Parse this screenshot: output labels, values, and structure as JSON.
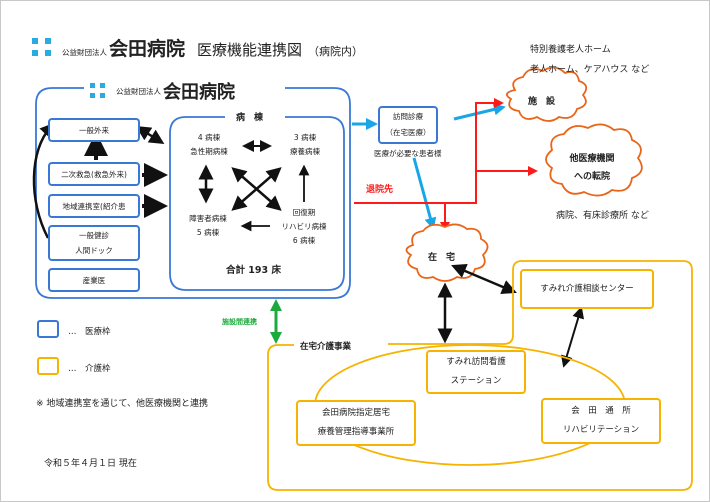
{
  "header": {
    "org_prefix": "公益財団法人",
    "hospital_name": "会田病院",
    "title": "医療機能連携図",
    "title_suffix": "（病院内）"
  },
  "hospital_block": {
    "org_prefix": "公益財団法人",
    "hospital_name": "会田病院",
    "left_units": [
      {
        "label": "一般外来"
      },
      {
        "label": "二次救急(救急外来)"
      },
      {
        "label": "地域連携室(紹介患"
      },
      {
        "lines": [
          "一般健診",
          "人間ドック"
        ]
      },
      {
        "label": "産業医"
      }
    ],
    "wards": {
      "title": "病　棟",
      "items": [
        {
          "lines": [
            "4 病棟",
            "急性期病棟"
          ]
        },
        {
          "lines": [
            "3 病棟",
            "療養病棟"
          ]
        },
        {
          "lines": [
            "障害者病棟",
            "5 病棟"
          ]
        },
        {
          "lines": [
            "回復期",
            "リハビリ病棟",
            "6 病棟"
          ]
        }
      ],
      "total": "合計 193 床"
    }
  },
  "home_visit": {
    "lines": [
      "訪問診療",
      "（在宅医療）"
    ],
    "caption": "医療が必要な患者様"
  },
  "destinations": {
    "facility": {
      "label": "施　設",
      "notes": [
        "特別養護老人ホーム",
        "老人ホーム、ケアハウス など"
      ]
    },
    "transfer": {
      "lines": [
        "他医療機関",
        "への転院"
      ],
      "note": "病院、有床診療所 など"
    },
    "home": {
      "label": "在　宅"
    },
    "discharge_label": "退院先"
  },
  "care_block": {
    "title": "在宅介護事業",
    "link_label": "施設間連携",
    "consult_center": "すみれ介護相談センター",
    "nursing_station": [
      "すみれ訪問看護",
      "ステーション"
    ],
    "care_office": [
      "会田病院指定居宅",
      "療養管理指導事業所"
    ],
    "day_rehab": [
      "会　田　通　所",
      "リハビリテーション"
    ]
  },
  "legend": {
    "items": [
      {
        "label": "…　医療枠",
        "color": "#3a78d6"
      },
      {
        "label": "…　介護枠",
        "color": "#f6b300"
      }
    ],
    "note": "※ 地域連携室を通じて、他医療機関と連携"
  },
  "footer": {
    "as_of": "令和５年４月１日 現在"
  },
  "colors": {
    "medical": "#3a78d6",
    "care": "#f6b300",
    "cloud": "#e8651a",
    "discharge": "#ff1a1a",
    "visit_arrow": "#1aa6e6",
    "link": "#1aab3c",
    "logo": "#29abe2"
  }
}
